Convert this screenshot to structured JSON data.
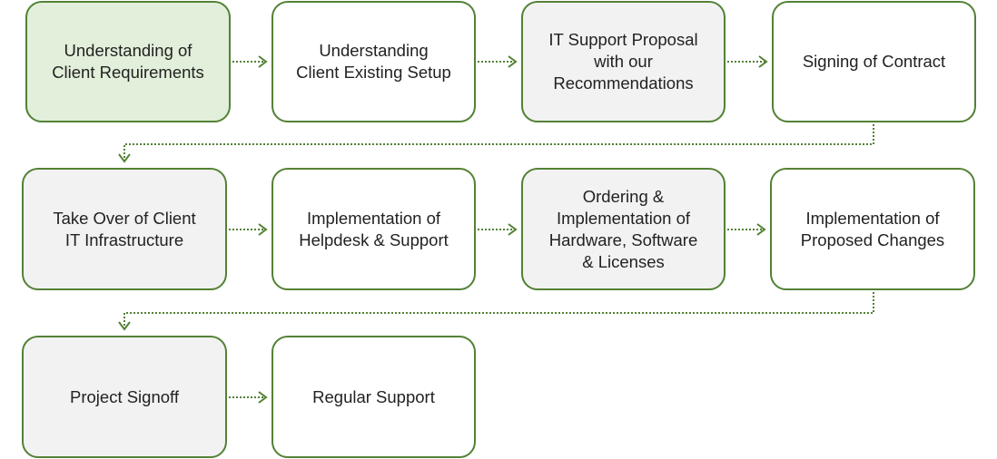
{
  "colors": {
    "border": "#538135",
    "connector": "#538135",
    "highlight_fill": "#e2efda",
    "shaded_fill": "#f2f2f2",
    "plain_fill": "#ffffff",
    "text": "#222222"
  },
  "steps": [
    {
      "label": "Understanding of\nClient Requirements",
      "fill": "highlight"
    },
    {
      "label": "Understanding\nClient Existing Setup",
      "fill": "plain"
    },
    {
      "label": "IT Support Proposal\nwith our\nRecommendations",
      "fill": "shaded"
    },
    {
      "label": "Signing of Contract",
      "fill": "plain"
    },
    {
      "label": "Take Over of Client\nIT Infrastructure",
      "fill": "shaded"
    },
    {
      "label": "Implementation of\nHelpdesk & Support",
      "fill": "plain"
    },
    {
      "label": "Ordering &\nImplementation of\nHardware, Software\n& Licenses",
      "fill": "shaded"
    },
    {
      "label": "Implementation of\nProposed Changes",
      "fill": "plain"
    },
    {
      "label": "Project Signoff",
      "fill": "shaded"
    },
    {
      "label": "Regular Support",
      "fill": "plain"
    }
  ]
}
